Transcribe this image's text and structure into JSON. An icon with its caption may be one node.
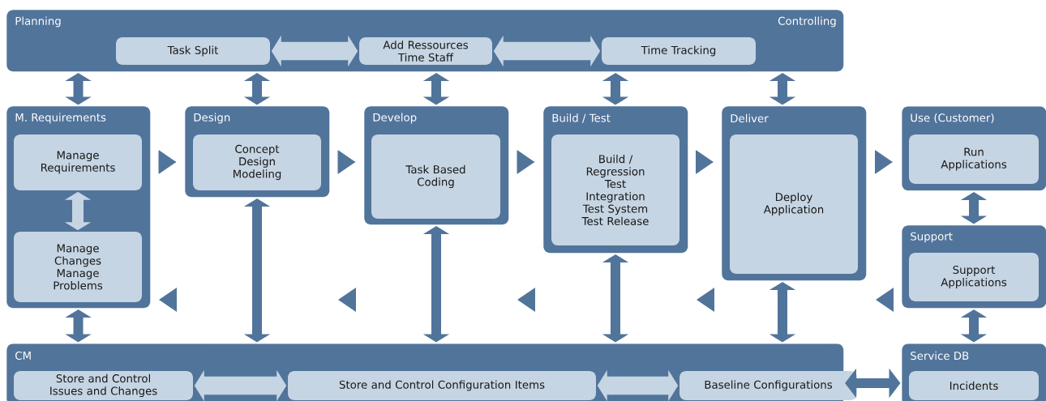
{
  "diagram": {
    "nodes": [
      {
        "text": [
          "Planning",
          "Controlling"
        ]
      },
      {
        "text": [
          "Task Split"
        ],
        "in": 0
      },
      {
        "text": [
          "Add Ressources Time Staff"
        ],
        "in": 0
      },
      {
        "text": [
          "Time Tracking"
        ],
        "in": 0
      },
      {
        "text": [
          "M. Requirements"
        ]
      },
      {
        "text": [
          "Manage Requirements"
        ],
        "in": 4
      },
      {
        "text": [
          "Manage Changes Manage Problems"
        ],
        "in": 4
      },
      {
        "text": [
          "Design"
        ]
      },
      {
        "text": [
          "Concept Design Modeling"
        ],
        "in": 7
      },
      {
        "text": [
          "Develop"
        ]
      },
      {
        "text": [
          "Task Based Coding"
        ],
        "in": 9
      },
      {
        "text": [
          "Build / Test"
        ]
      },
      {
        "text": [
          "Build / Regression Test Integration Test System Test Release"
        ],
        "in": 11
      },
      {
        "text": [
          "Deliver"
        ]
      },
      {
        "text": [
          "Deploy Application"
        ],
        "in": 13
      },
      {
        "text": [
          "Use (Customer)"
        ]
      },
      {
        "text": [
          "Run Applications"
        ],
        "in": 15
      },
      {
        "text": [
          "Support"
        ]
      },
      {
        "text": [
          "Support Applications"
        ],
        "in": 17
      },
      {
        "text": [
          "CM"
        ]
      },
      {
        "text": [
          "Store and Control Issues and Changes"
        ],
        "in": 19
      },
      {
        "text": [
          "Store and Control Configuration Items"
        ],
        "in": 19
      },
      {
        "text": [
          "Baseline Configurations"
        ],
        "in": 19
      },
      {
        "text": [
          "Service DB"
        ]
      },
      {
        "text": [
          "Incidents"
        ],
        "in": 23
      }
    ],
    "edges": [
      {
        "from": 1,
        "to": 2,
        "arrow": "both",
        "style": "thick",
        "color": "#c6d5e3"
      },
      {
        "from": 2,
        "to": 3,
        "arrow": "both",
        "style": "thick",
        "color": "#c6d5e3"
      },
      {
        "from": 0,
        "to": 4,
        "arrow": "both"
      },
      {
        "from": 0,
        "to": 7,
        "arrow": "both"
      },
      {
        "from": 0,
        "to": 9,
        "arrow": "both"
      },
      {
        "from": 0,
        "to": 11,
        "arrow": "both"
      },
      {
        "from": 0,
        "to": 13,
        "arrow": "both"
      },
      {
        "from": 5,
        "to": 6,
        "arrow": "both",
        "color": "#c6d5e3"
      },
      {
        "from": 4,
        "to": 7,
        "arrow": "to"
      },
      {
        "from": 7,
        "to": 9,
        "arrow": "to"
      },
      {
        "from": 9,
        "to": 11,
        "arrow": "to"
      },
      {
        "from": 11,
        "to": 13,
        "arrow": "to"
      },
      {
        "from": 13,
        "to": 15,
        "arrow": "to"
      },
      {
        "from": 15,
        "to": 17,
        "arrow": "both"
      },
      {
        "from": 17,
        "to": 23,
        "arrow": "both"
      },
      {
        "from": 4,
        "to": 19,
        "arrow": "both"
      },
      {
        "from": 7,
        "to": 19,
        "arrow": "both"
      },
      {
        "from": 9,
        "to": 19,
        "arrow": "both"
      },
      {
        "from": 11,
        "to": 19,
        "arrow": "both"
      },
      {
        "from": 13,
        "to": 19,
        "arrow": "both"
      },
      {
        "from": 20,
        "to": 21,
        "arrow": "both",
        "style": "thick",
        "color": "#c6d5e3"
      },
      {
        "from": 21,
        "to": 22,
        "arrow": "both",
        "style": "thick",
        "color": "#c6d5e3"
      },
      {
        "from": 19,
        "to": 23,
        "arrow": "both"
      }
    ]
  }
}
